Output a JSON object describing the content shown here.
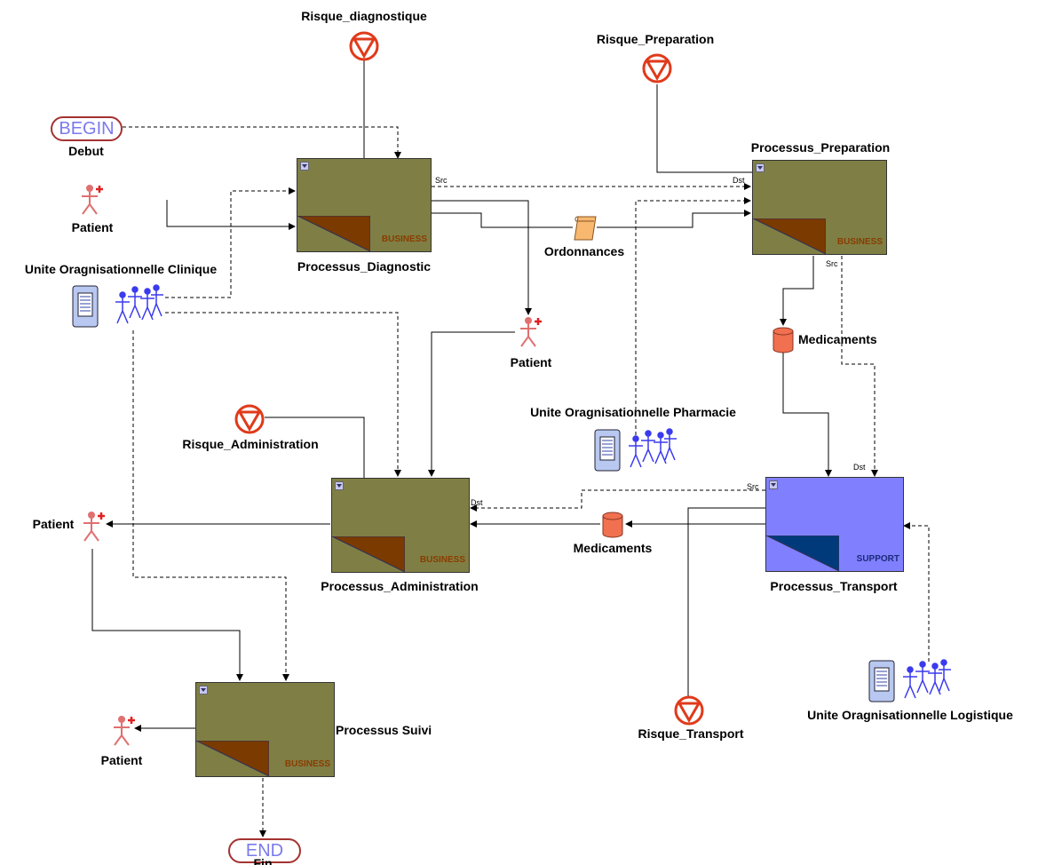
{
  "events": {
    "begin": {
      "text": "BEGIN",
      "label": "Debut"
    },
    "end": {
      "text": "END",
      "label": "Fin"
    }
  },
  "processes": {
    "diagnostic": {
      "name": "Processus_Diagnostic",
      "type": "BUSINESS",
      "port_src": "Src"
    },
    "preparation": {
      "name": "Processus_Preparation",
      "type": "BUSINESS",
      "port_src": "Src",
      "port_dst": "Dst"
    },
    "administration": {
      "name": "Processus_Administration",
      "type": "BUSINESS",
      "port_dst": "Dst"
    },
    "transport": {
      "name": "Processus_Transport",
      "type": "SUPPORT",
      "port_src": "Src",
      "port_dst": "Dst"
    },
    "suivi": {
      "name": "Processus Suivi",
      "type": "BUSINESS"
    }
  },
  "risks": {
    "diagnostic": "Risque_diagnostique",
    "preparation": "Risque_Preparation",
    "administration": "Risque_Administration",
    "transport": "Risque_Transport"
  },
  "actors": {
    "patient_1": "Patient",
    "patient_2": "Patient",
    "patient_3": "Patient",
    "patient_4": "Patient"
  },
  "org_units": {
    "clinique": "Unite Oragnisationnelle Clinique",
    "pharmacie": "Unite Oragnisationnelle Pharmacie",
    "logistique": "Unite Oragnisationnelle Logistique"
  },
  "resources": {
    "ordonnances": "Ordonnances",
    "medicaments_1": "Medicaments",
    "medicaments_2": "Medicaments"
  },
  "colors": {
    "business": "#7f7f45",
    "business_triangle": "#7a3a00",
    "support": "#8080ff",
    "support_triangle": "#003a7a",
    "risk": "#e03a1a",
    "actor": "#e07070",
    "org_people": "#3a3aee",
    "resource": "#e8603a"
  }
}
